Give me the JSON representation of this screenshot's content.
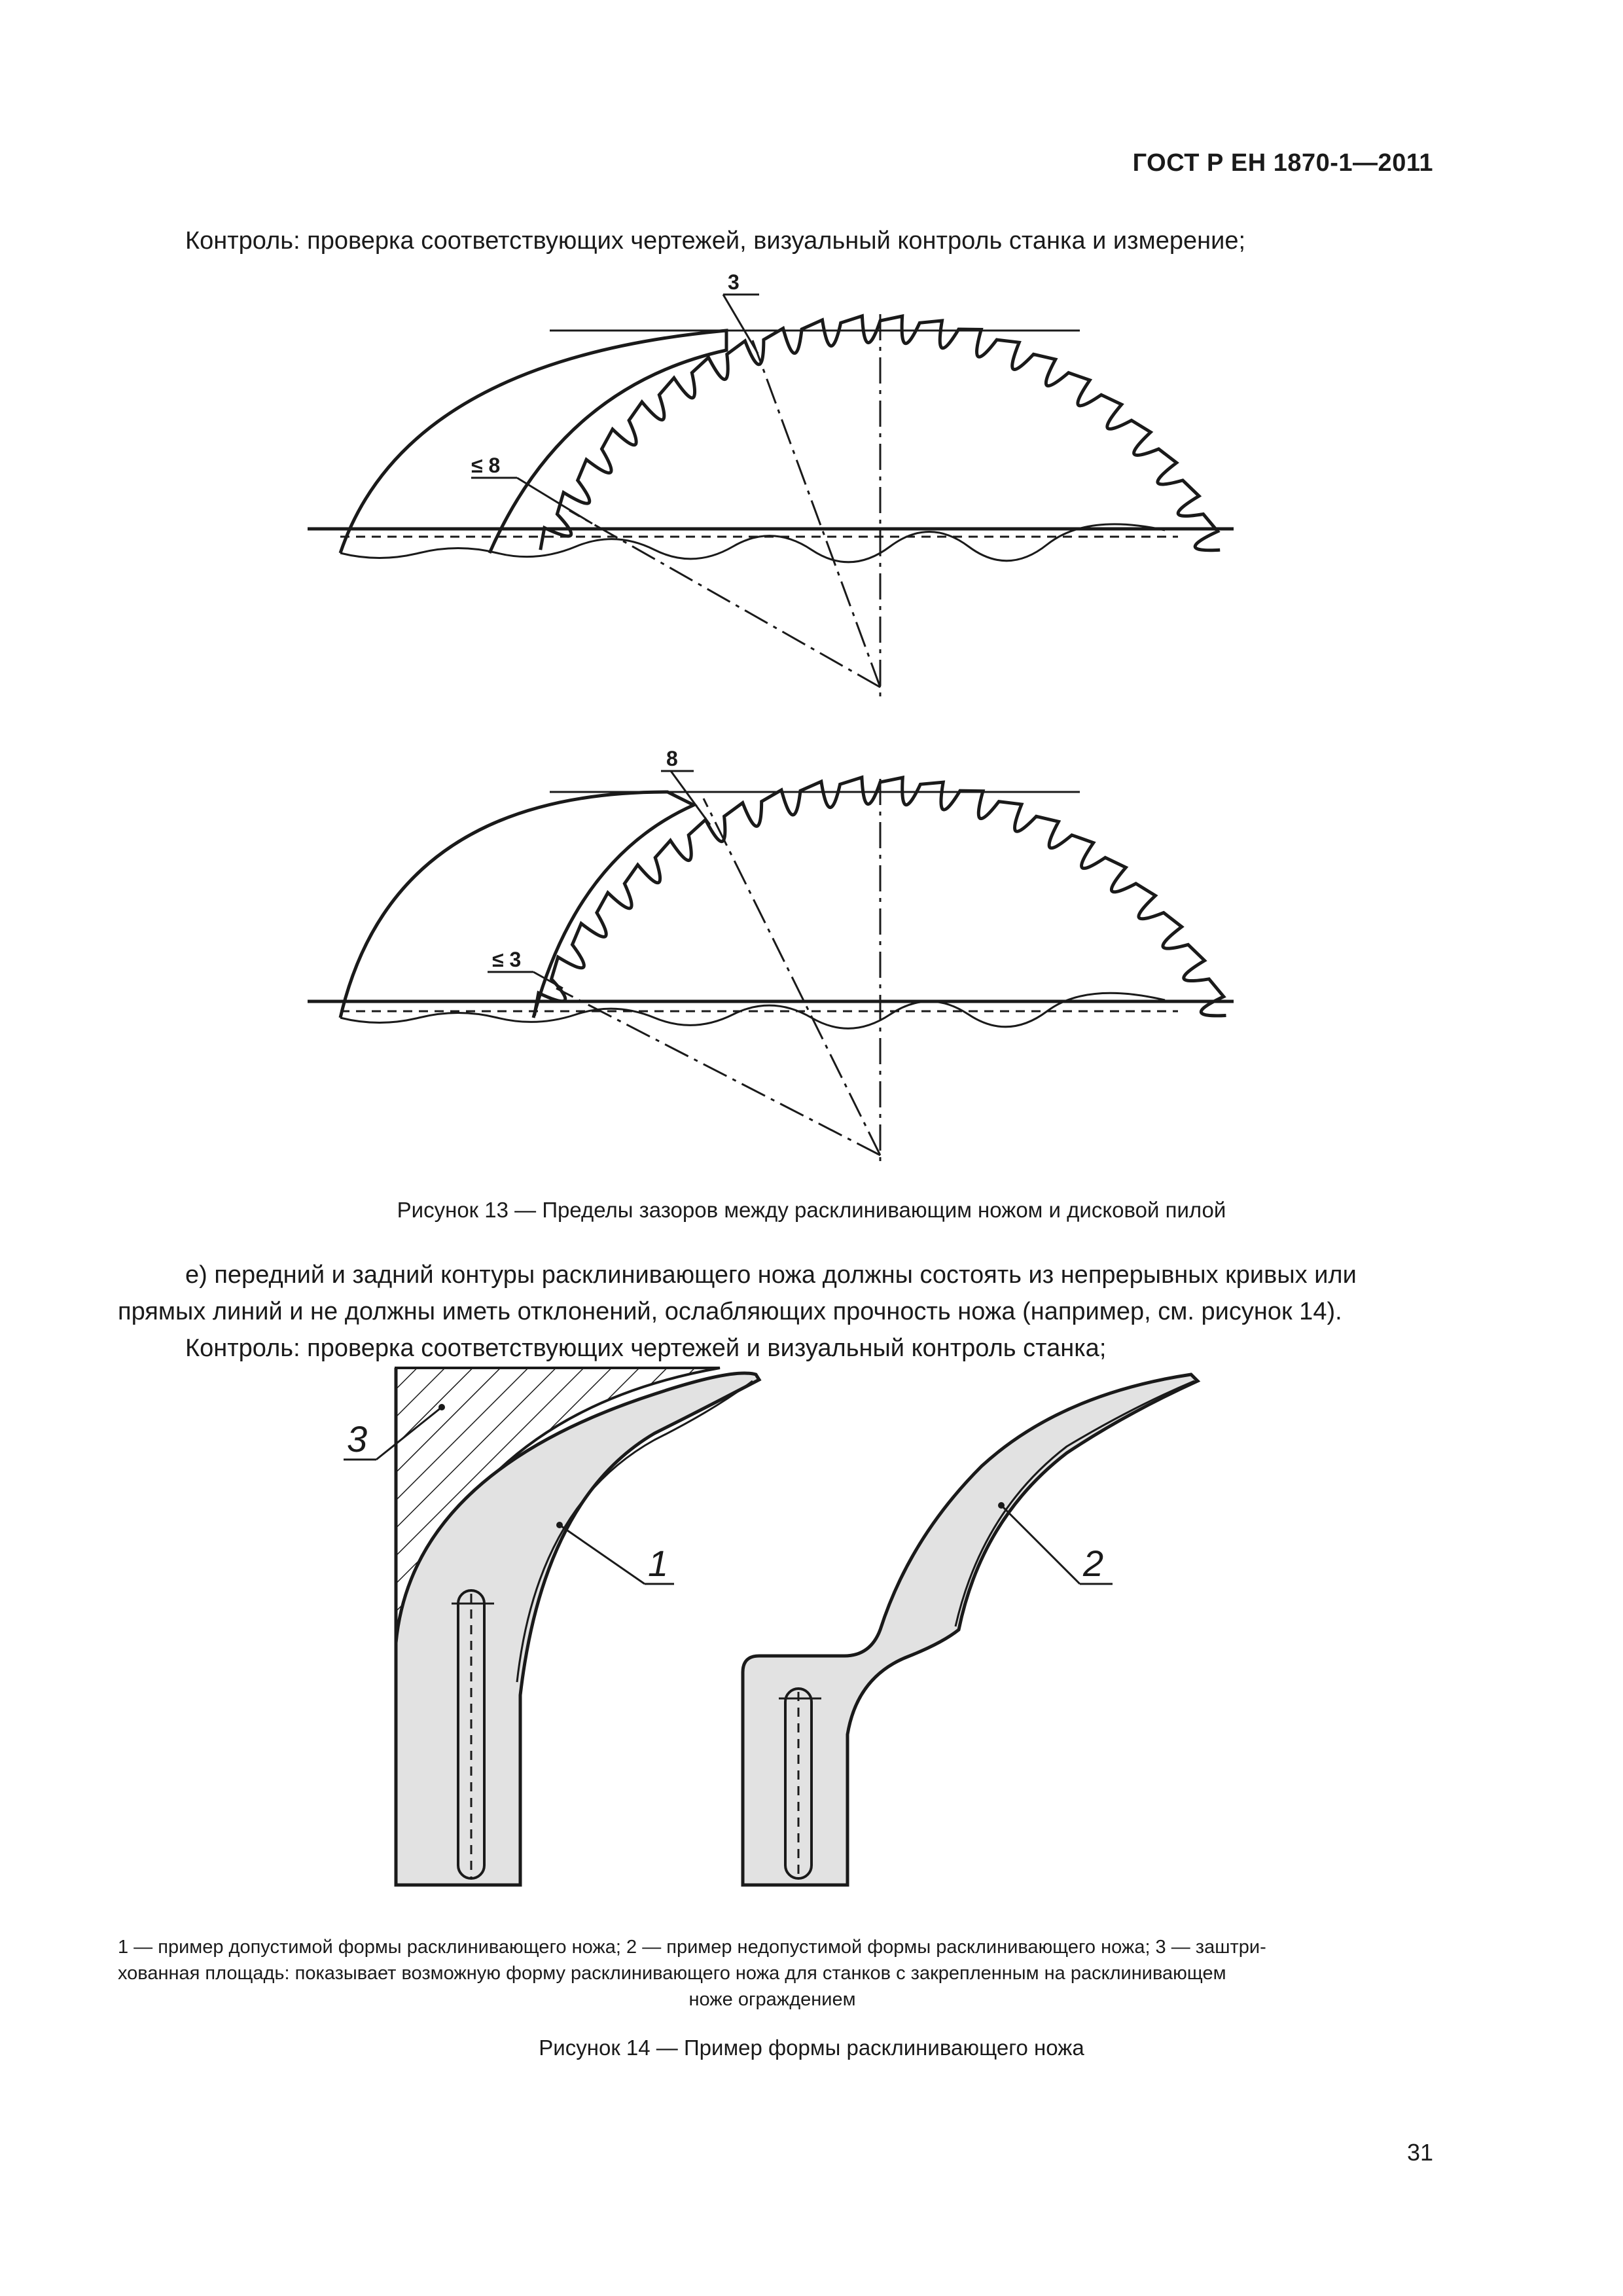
{
  "header": {
    "doc_id": "ГОСТ Р ЕН 1870-1—2011"
  },
  "intro": {
    "control_line": "Контроль: проверка соответствующих чертежей, визуальный контроль станка и измерение;"
  },
  "figure13": {
    "top": {
      "label_gap_top": "3",
      "label_gap_side": "≤ 8"
    },
    "bottom": {
      "label_gap_top": "8",
      "label_gap_side": "≤ 3"
    },
    "caption": "Рисунок 13 — Пределы зазоров между расклинивающим ножом и дисковой пилой"
  },
  "body": {
    "para_e_line1": "е) передний и задний контуры расклинивающего ножа должны состоять из непрерывных кривых или",
    "para_e_line2": "прямых линий и не должны иметь отклонений, ослабляющих прочность ножа (например, см. рисунок 14).",
    "control_line2": "Контроль: проверка соответствующих чертежей и визуальный контроль станка;"
  },
  "figure14": {
    "callout_1": "1",
    "callout_2": "2",
    "callout_3": "3",
    "legend_line1": "1 — пример допустимой формы расклинивающего ножа; 2 — пример недопустимой формы расклинивающего ножа; 3 — заштри-",
    "legend_line2": "хованная площадь: показывает возможную форму расклинивающего ножа для станков с закрепленным на расклинивающем",
    "legend_line3": "ноже ограждением",
    "caption": "Рисунок 14 — Пример формы расклинивающего ножа"
  },
  "footer": {
    "page_number": "31"
  }
}
